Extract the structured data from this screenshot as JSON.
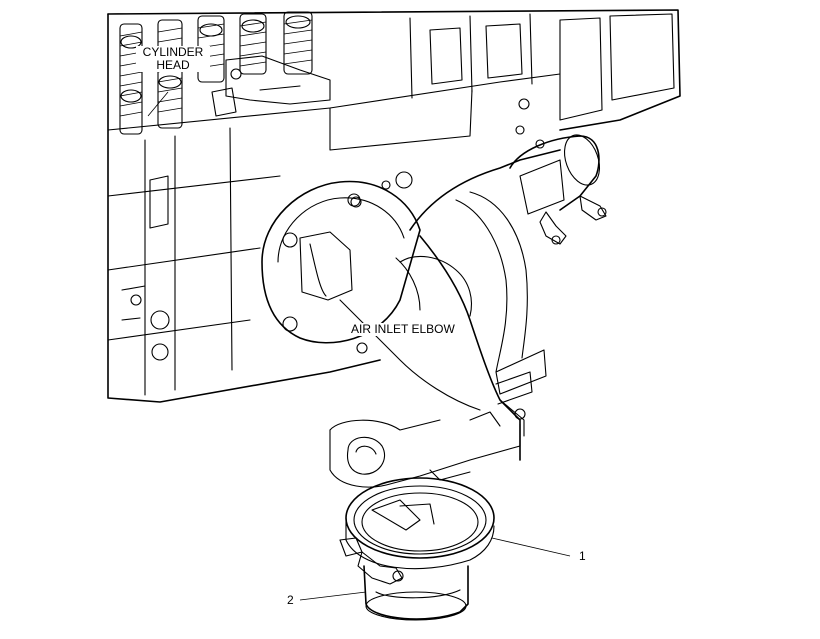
{
  "labels": {
    "cylinder_head_line1": "CYLINDER",
    "cylinder_head_line2": "HEAD",
    "air_inlet_elbow": "AIR INLET ELBOW",
    "callout_1": "1",
    "callout_2": "2"
  }
}
